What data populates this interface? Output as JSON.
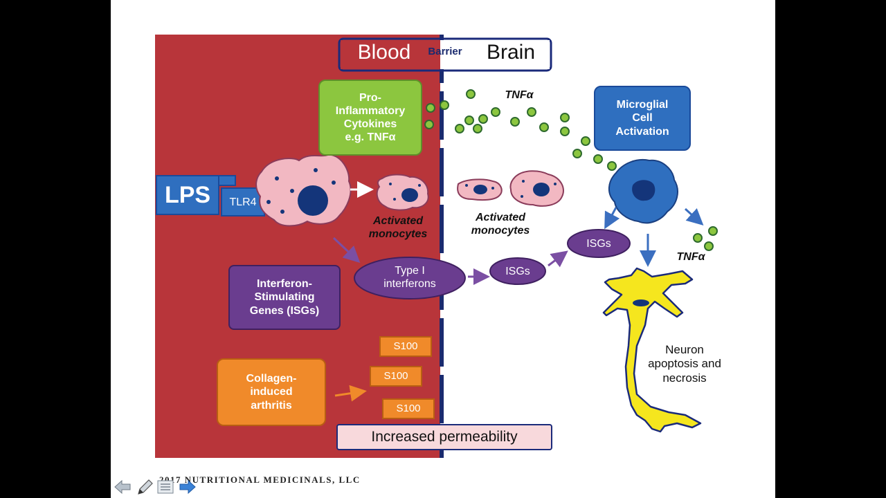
{
  "header": {
    "blood": "Blood",
    "barrier": "Barrier",
    "brain": "Brain"
  },
  "labels": {
    "pro_inflammatory": "Pro-\nInflammatory\nCytokines\ne.g. TNFα",
    "lps": "LPS",
    "tlr4": "TLR4",
    "activated_monocytes_left": "Activated\nmonocytes",
    "activated_monocytes_right": "Activated\nmonocytes",
    "tnf_top": "TNFα",
    "tnf_right": "TNFα",
    "microglial": "Microglial\nCell\nActivation",
    "interferon_genes": "Interferon-\nStimulating\nGenes (ISGs)",
    "type_i_interferons": "Type I\ninterferons",
    "isgs_middle": "ISGs",
    "isgs_upper": "ISGs",
    "collagen": "Collagen-\ninduced\narthritis",
    "s100_1": "S100",
    "s100_2": "S100",
    "s100_3": "S100",
    "neuron": "Neuron\napoptosis and\nnecrosis",
    "increased_permeability": "Increased permeability"
  },
  "footer": {
    "copyright": "2017 NUTRITIONAL MEDICINALS, LLC"
  },
  "colors": {
    "blood": "#b8353a",
    "green_box": "#8cc63f",
    "purple": "#6a3d8f",
    "blue": "#2f6fbf",
    "orange": "#f08a2a",
    "neuron": "#f5e61e",
    "monocyte": "#f2b8c2",
    "nucleus": "#14357a",
    "tnf_dot": "#8cc63f",
    "permeability_bg": "#f8d9dc"
  },
  "icons": [
    "back-arrow-icon",
    "pen-icon",
    "menu-icon",
    "forward-arrow-icon"
  ]
}
